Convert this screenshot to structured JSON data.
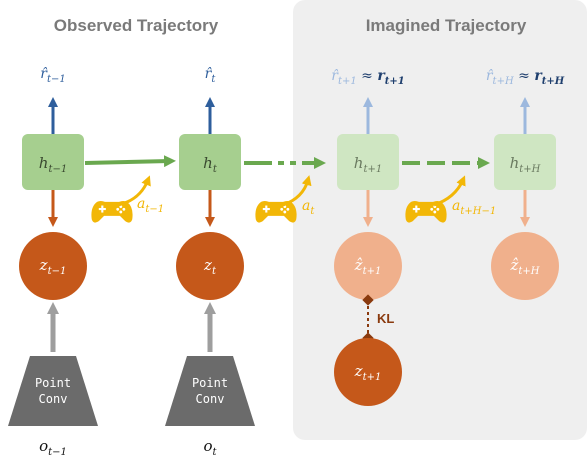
{
  "headers": {
    "observed": "Observed Trajectory",
    "imagined": "Imagined Trajectory"
  },
  "encoder": {
    "label_line1": "Point",
    "label_line2": "Conv"
  },
  "observations": {
    "o_prev": "o_{t−1}",
    "o_t": "o_t"
  },
  "kl_label": "KL",
  "colors": {
    "green": "#a6cf8f",
    "green_light": "#cfe6c2",
    "green_arrow": "#6aa84f",
    "orange": "#c5581a",
    "orange_light": "#f0b08c",
    "blue": "#2e5e9c",
    "blue_light": "#9cb8de",
    "gold": "#f2b707",
    "gray": "#9e9e9e",
    "encoder": "#6b6b6b",
    "panel": "#efefef"
  }
}
